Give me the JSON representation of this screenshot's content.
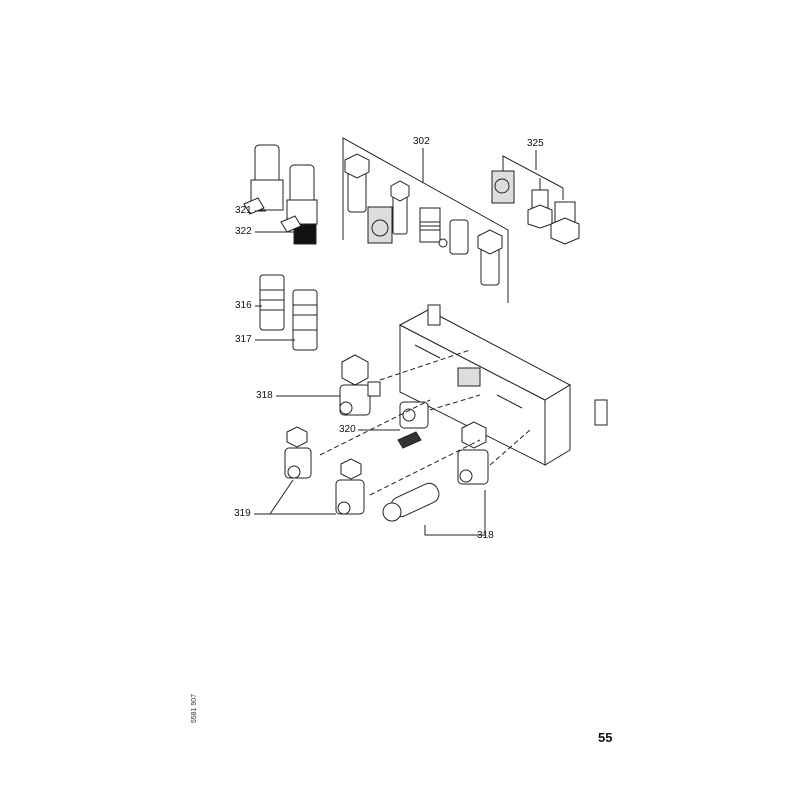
{
  "callouts": {
    "c302": "302",
    "c325": "325",
    "c321": "321",
    "c322": "322",
    "c316": "316",
    "c317": "317",
    "c318a": "318",
    "c320": "320",
    "c319": "319",
    "c318b": "318"
  },
  "page_number": "55",
  "document_code": "5581 907"
}
